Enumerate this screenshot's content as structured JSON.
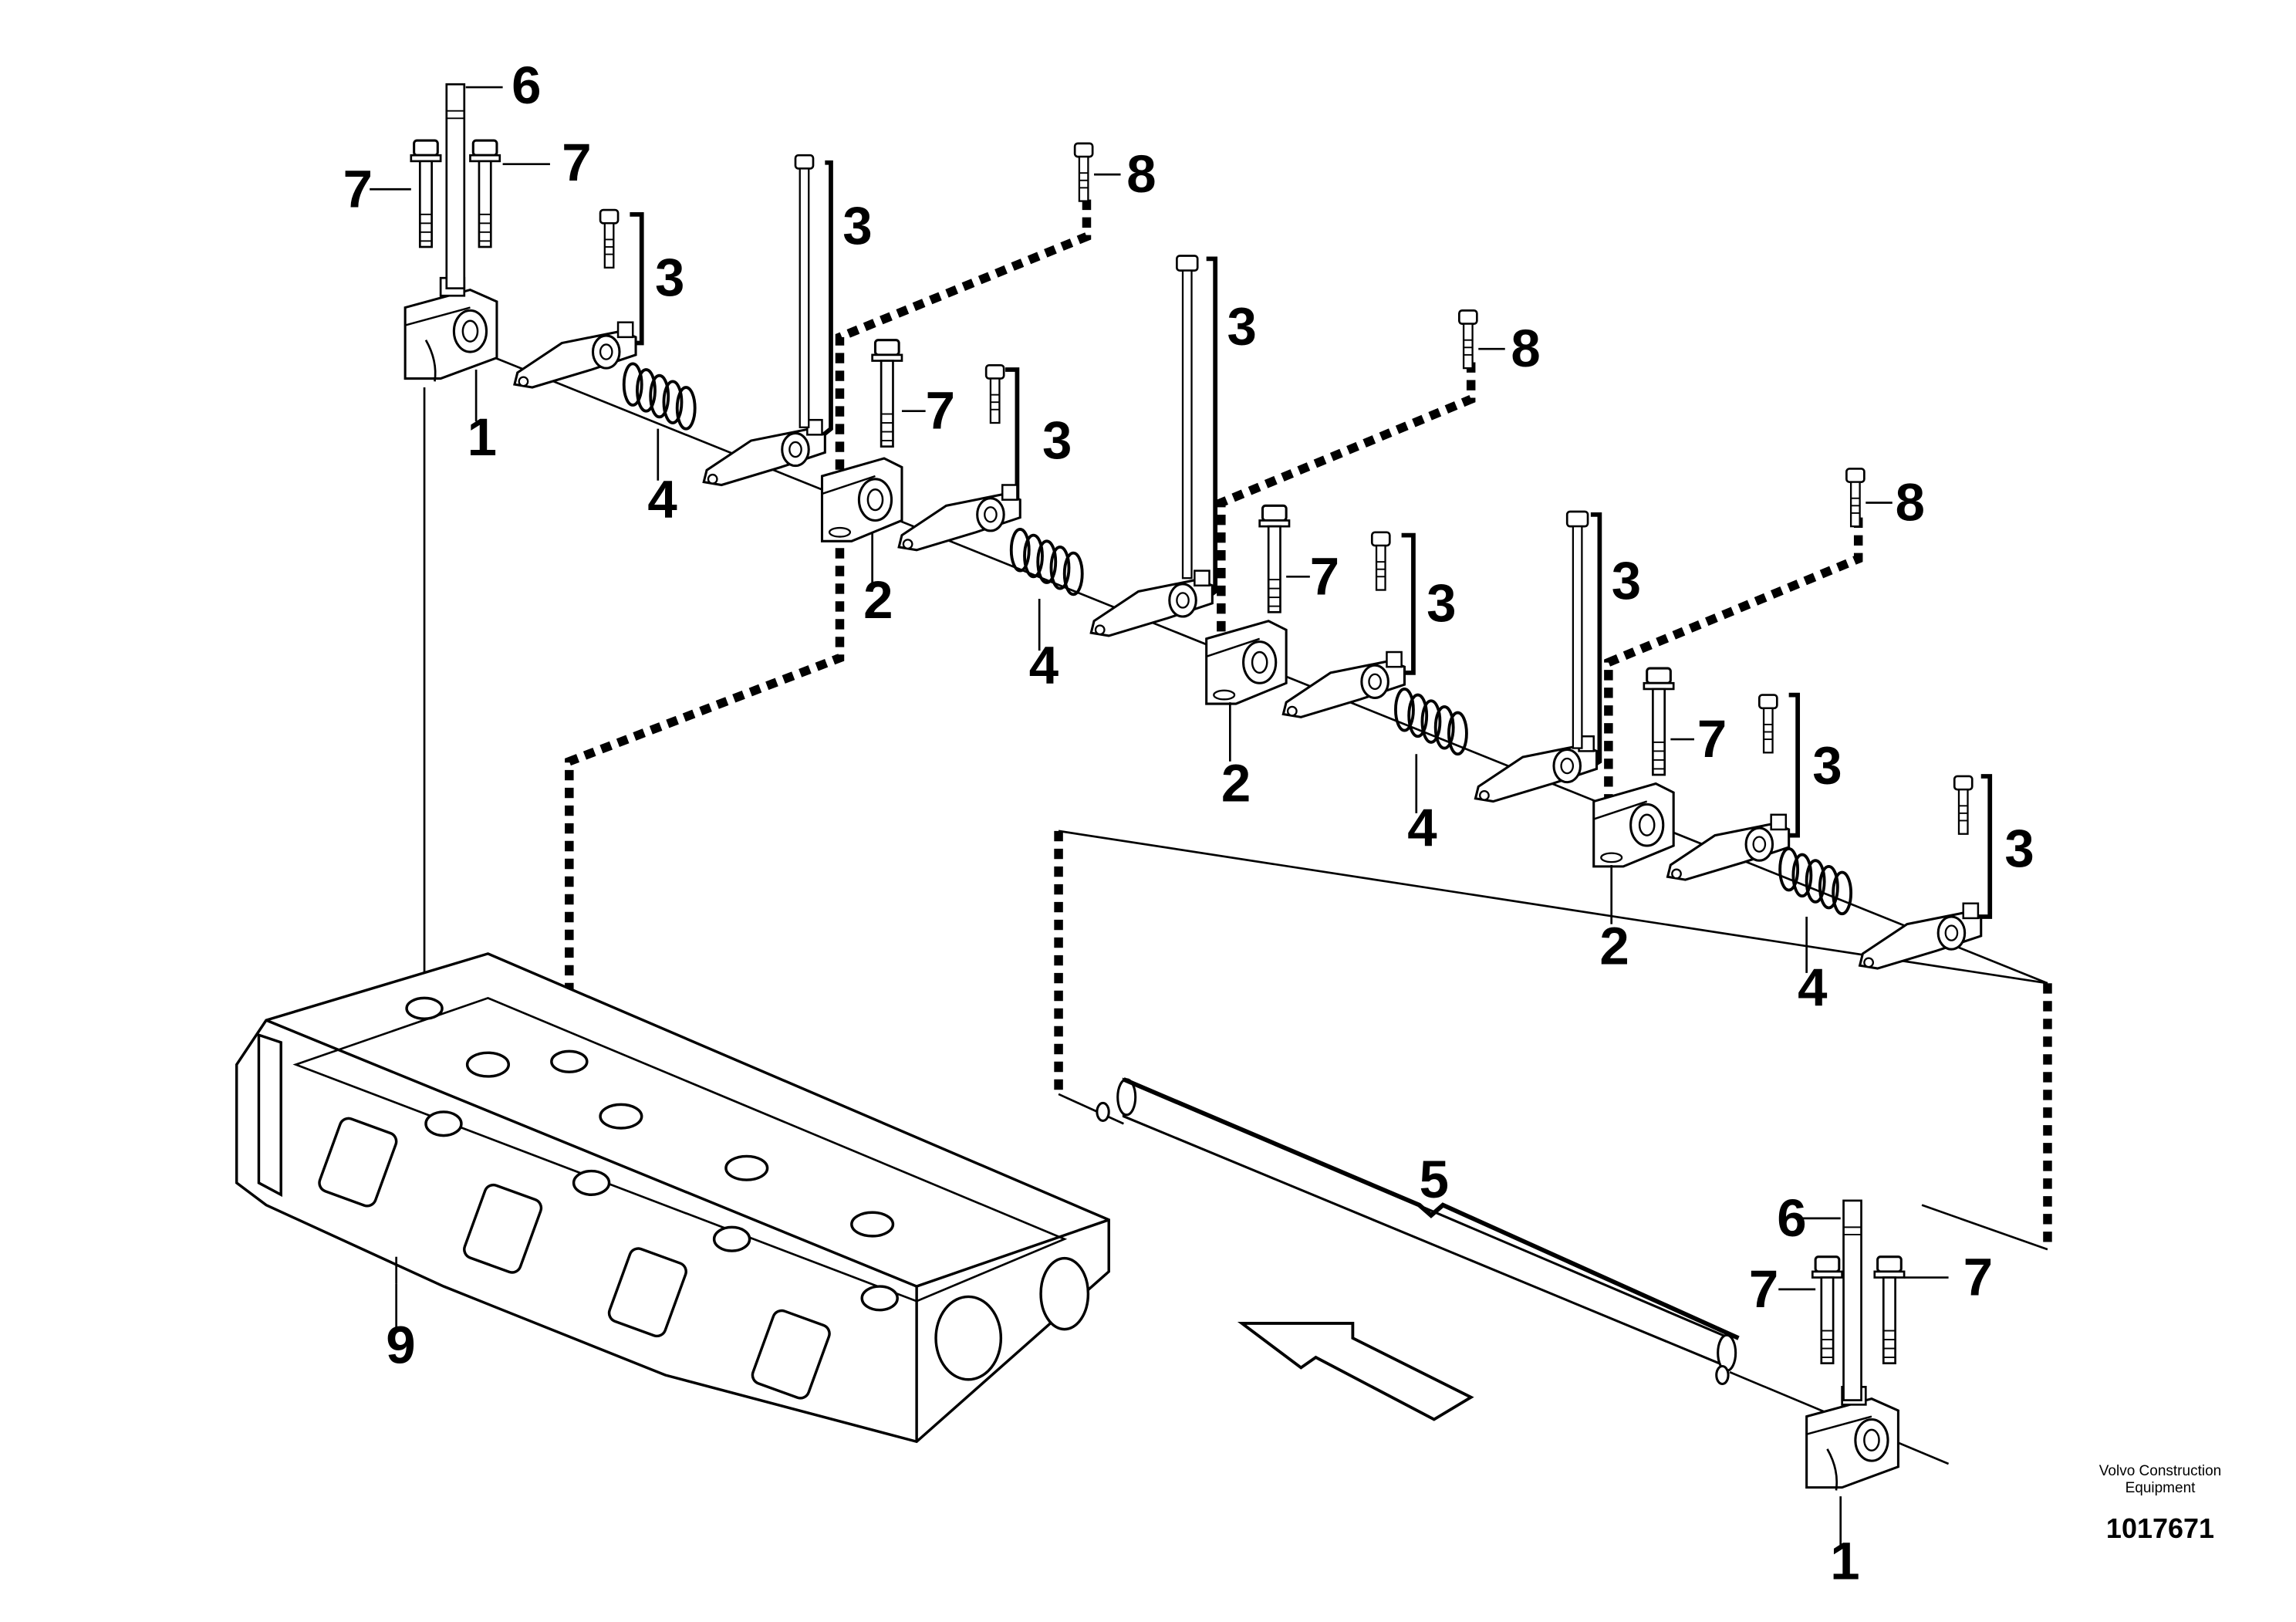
{
  "callouts": {
    "c1a": "1",
    "c1b": "1",
    "c2a": "2",
    "c2b": "2",
    "c2c": "2",
    "c3a": "3",
    "c3b": "3",
    "c3c": "3",
    "c3d": "3",
    "c3e": "3",
    "c3f": "3",
    "c3g": "3",
    "c3h": "3",
    "c4a": "4",
    "c4b": "4",
    "c4c": "4",
    "c4d": "4",
    "c5": "5",
    "c6a": "6",
    "c6b": "6",
    "c7a": "7",
    "c7b": "7",
    "c7c": "7",
    "c7d": "7",
    "c7e": "7",
    "c7f": "7",
    "c7g": "7",
    "c8a": "8",
    "c8b": "8",
    "c8c": "8",
    "c9": "9"
  },
  "caption": {
    "line1": "Volvo Construction",
    "line2": "Equipment",
    "drawing_number": "1017671"
  },
  "icons": {
    "direction_arrow": "arrow-left-icon"
  }
}
